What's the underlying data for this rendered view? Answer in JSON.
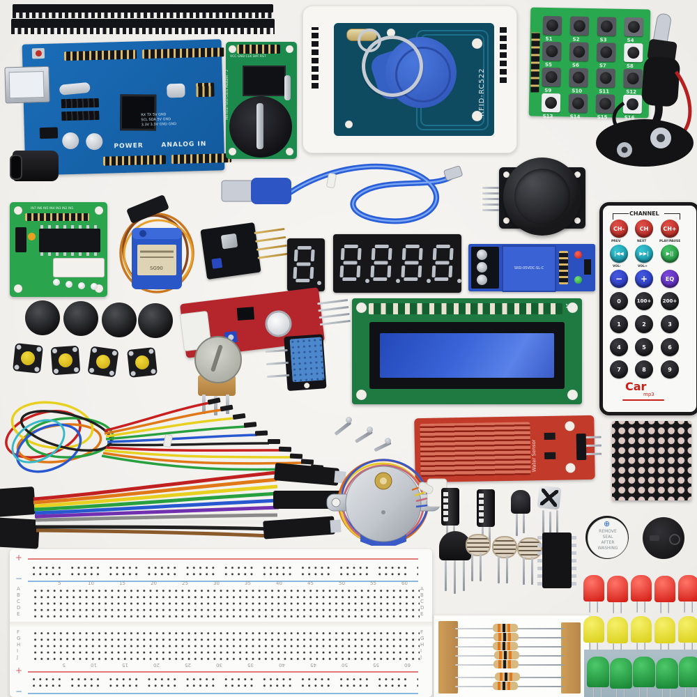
{
  "arduino": {
    "power_label": "POWER",
    "analog_label": "ANALOG IN",
    "pin_row1": "RX TX 5V GND",
    "pin_row2": "SCL SDA 5V GND",
    "pin_row3": "3.3V 3.3V GND GND"
  },
  "rtc": {
    "pin_labels": "VCC GND CLK DAT RST",
    "side_label": "MH-Real-Time Clock Modules - 2"
  },
  "rfid": {
    "chip_label": "RFID-RC522"
  },
  "keypad": {
    "buttons": [
      "S1",
      "S2",
      "S3",
      "S4",
      "S5",
      "S6",
      "S7",
      "S8",
      "S9",
      "S10",
      "S11",
      "S12",
      "S13",
      "S14",
      "S15",
      "S16"
    ]
  },
  "relay": {
    "label": "SRD-05VDC-SL-C"
  },
  "servo": {
    "label": "SG90"
  },
  "lcd": {
    "pin_count_label": "16"
  },
  "uln2003": {
    "pin_labels": "IN7 IN6 IN5 IN4 IN3 IN2 IN1"
  },
  "water_sensor": {
    "label": "Water Sensor"
  },
  "remote": {
    "channel_label": "CHANNEL",
    "top_buttons": [
      "CH-",
      "CH",
      "CH+"
    ],
    "top_sublabels": [
      "PREV",
      "NEXT",
      "PLAY/PAUSE"
    ],
    "nav_buttons": [
      "|◀◀",
      "▶▶|",
      "▶||"
    ],
    "vol_labels": [
      "VOL-",
      "VOL+"
    ],
    "mid_buttons": [
      "−",
      "+",
      "EQ"
    ],
    "num_buttons": [
      "0",
      "100+",
      "200+",
      "1",
      "2",
      "3",
      "4",
      "5",
      "6",
      "7",
      "8",
      "9"
    ],
    "brand": "Car",
    "brand_sub": "mp3"
  },
  "buzzer": {
    "sticker_lines": [
      "REMOVE",
      "SEAL",
      "AFTER",
      "WASHING"
    ],
    "seal_icon": "⊕"
  },
  "breadboard": {
    "letters_top": [
      "A",
      "B",
      "C",
      "D",
      "E"
    ],
    "letters_bottom": [
      "F",
      "G",
      "H",
      "I",
      "J"
    ],
    "column_numbers": [
      "5",
      "10",
      "15",
      "20",
      "25",
      "30",
      "35",
      "40",
      "45",
      "50",
      "55",
      "60"
    ],
    "plus": "+",
    "minus": "−"
  },
  "colors": {
    "arduino_blue": "#1766b4",
    "pcb_green": "#2ba44e",
    "relay_blue": "#2b50c0",
    "sensor_red": "#b5252c",
    "led_red": "#e02018",
    "led_yellow": "#e6de24",
    "led_green": "#1fa03a",
    "fob_blue": "#3c68d0",
    "screen_blue": "#2d56c9"
  }
}
